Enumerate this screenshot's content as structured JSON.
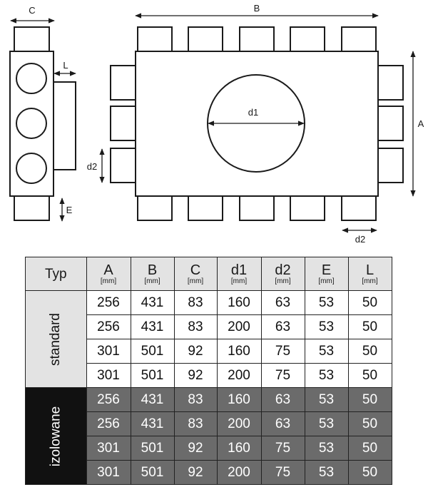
{
  "labels": {
    "C": "C",
    "B": "B",
    "L": "L",
    "A": "A",
    "d1": "d1",
    "d2_left": "d2",
    "d2_bottom": "d2",
    "E": "E"
  },
  "table": {
    "header": {
      "typ": "Typ",
      "columns": [
        {
          "name": "A",
          "unit": "[mm]"
        },
        {
          "name": "B",
          "unit": "[mm]"
        },
        {
          "name": "C",
          "unit": "[mm]"
        },
        {
          "name": "d1",
          "unit": "[mm]"
        },
        {
          "name": "d2",
          "unit": "[mm]"
        },
        {
          "name": "E",
          "unit": "[mm]"
        },
        {
          "name": "L",
          "unit": "[mm]"
        }
      ]
    },
    "groups": [
      {
        "label": "standard",
        "rows": [
          [
            "256",
            "431",
            "83",
            "160",
            "63",
            "53",
            "50"
          ],
          [
            "256",
            "431",
            "83",
            "200",
            "63",
            "53",
            "50"
          ],
          [
            "301",
            "501",
            "92",
            "160",
            "75",
            "53",
            "50"
          ],
          [
            "301",
            "501",
            "92",
            "200",
            "75",
            "53",
            "50"
          ]
        ]
      },
      {
        "label": "izolowane",
        "rows": [
          [
            "256",
            "431",
            "83",
            "160",
            "63",
            "53",
            "50"
          ],
          [
            "256",
            "431",
            "83",
            "200",
            "63",
            "53",
            "50"
          ],
          [
            "301",
            "501",
            "92",
            "160",
            "75",
            "53",
            "50"
          ],
          [
            "301",
            "501",
            "92",
            "200",
            "75",
            "53",
            "50"
          ]
        ]
      }
    ]
  }
}
